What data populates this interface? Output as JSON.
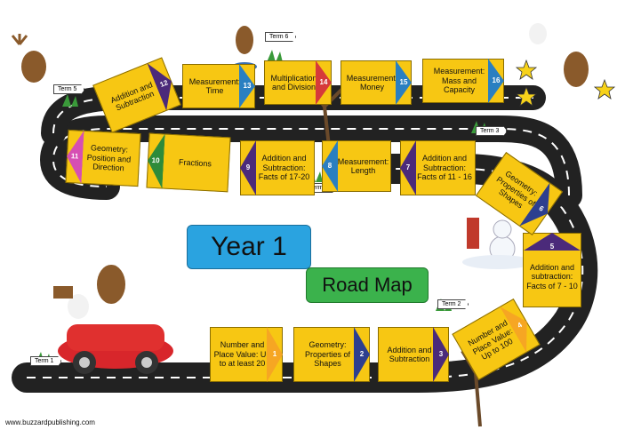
{
  "title": {
    "year": "Year 1",
    "subtitle": "Road Map"
  },
  "terms": [
    "Term 1",
    "Term 2",
    "Term 3",
    "Term 4",
    "Term 5",
    "Term 6"
  ],
  "units": [
    {
      "n": "1",
      "label": "Number and Place Value: Up to at least 20",
      "flag": "#f6a623"
    },
    {
      "n": "2",
      "label": "Geometry: Properties of Shapes",
      "flag": "#2d3f8f"
    },
    {
      "n": "3",
      "label": "Addition and Subtraction",
      "flag": "#4b2a7a"
    },
    {
      "n": "4",
      "label": "Number and Place Value: Up to 100",
      "flag": "#f6a623"
    },
    {
      "n": "5",
      "label": "Addition and subtraction: Facts of 7 - 10",
      "flag": "#4b2a7a"
    },
    {
      "n": "6",
      "label": "Geometry: Properties of Shapes",
      "flag": "#2d3f8f"
    },
    {
      "n": "7",
      "label": "Addition and Subtraction: Facts of 11 - 16",
      "flag": "#4b2a7a"
    },
    {
      "n": "8",
      "label": "Measurement: Length",
      "flag": "#2a7fc1"
    },
    {
      "n": "9",
      "label": "Addition and Subtraction: Facts of 17-20",
      "flag": "#4b2a7a"
    },
    {
      "n": "10",
      "label": "Fractions",
      "flag": "#2e8b3a"
    },
    {
      "n": "11",
      "label": "Geometry: Position and Direction",
      "flag": "#d64fb3"
    },
    {
      "n": "12",
      "label": "Addition and Subtraction",
      "flag": "#4b2a7a"
    },
    {
      "n": "13",
      "label": "Measurement: Time",
      "flag": "#2a7fc1"
    },
    {
      "n": "14",
      "label": "Multiplication and Division",
      "flag": "#d63a3a"
    },
    {
      "n": "15",
      "label": "Measurement: Money",
      "flag": "#2a7fc1"
    },
    {
      "n": "16",
      "label": "Measurement: Mass and Capacity",
      "flag": "#2a7fc1"
    }
  ],
  "footer": {
    "website": "www.buzzardpublishing.com"
  }
}
